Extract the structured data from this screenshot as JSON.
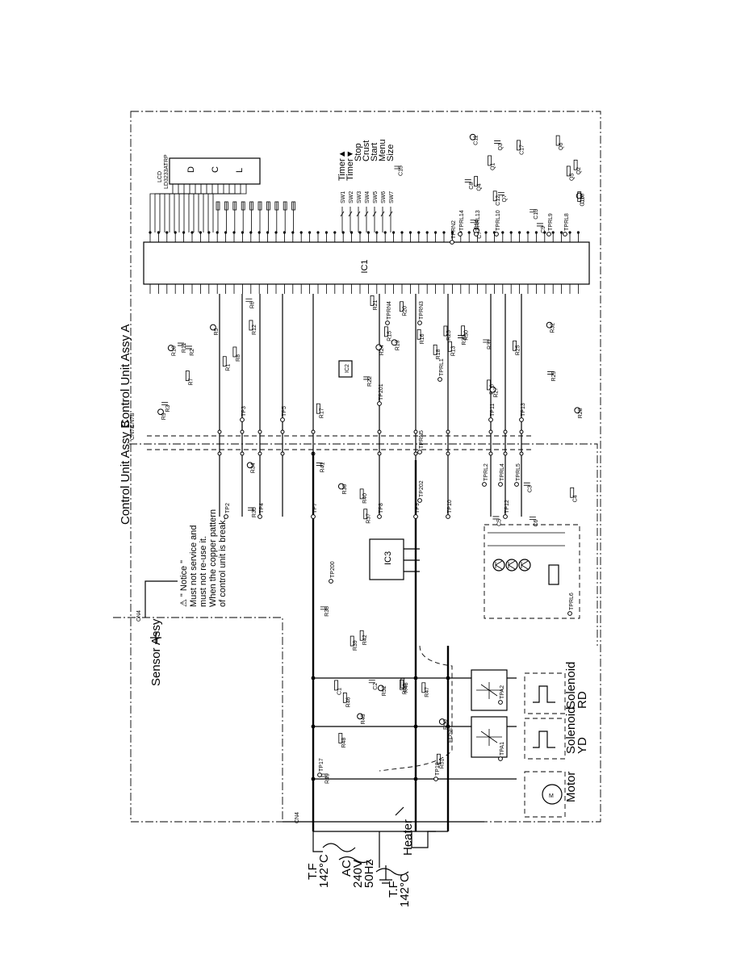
{
  "assemblies": {
    "unit_a": "Control Unit Assy A",
    "unit_b": "Control Unit Assy B",
    "sensor": "Sensor Assy"
  },
  "notice": {
    "title": "⚠ \" Notice \"",
    "line1": "Must not service and",
    "line2": "must not re-use it.",
    "line3": "When the copper pattern",
    "line4": "of control unit is break."
  },
  "chips": {
    "ic1": "IC1",
    "ic3": "IC3",
    "ic2": "IC2",
    "lcd": "LCD",
    "lcd_part": "LD3233ATRP"
  },
  "switches": {
    "timer_up": "Timer▲",
    "timer_dn": "Timer▼",
    "stop": "Stop",
    "crust": "Crust",
    "start": "Start",
    "menu": "Menu",
    "size": "Size"
  },
  "switch_ids": [
    "SW1",
    "SW2",
    "SW3",
    "SW4",
    "SW5",
    "SW6",
    "SW7"
  ],
  "components": {
    "tf1_name": "T.F",
    "tf1_temp": "142°C",
    "ac_line1": "AC",
    "ac_line2": "240V",
    "ac_line3": "50Hz",
    "tf2_name": "T.F",
    "tf2_temp": "142°C",
    "heater": "Heater",
    "motor": "Motor",
    "solenoid_yd_1": "Solenoid",
    "solenoid_yd_2": "YD",
    "solenoid_rd_1": "Solenoid",
    "solenoid_rd_2": "RD",
    "fuse": "FUSE",
    "cn_sensor": "CN4",
    "cn_heater": "CN4",
    "cn_a": "CN7B",
    "cn_b": "CN7B"
  },
  "tp_labels": [
    "TP2",
    "TP3",
    "TP4",
    "TP5",
    "TP7",
    "TP8",
    "TP9",
    "TP10",
    "TP11",
    "TP12",
    "TP13",
    "TP17",
    "TP18",
    "TPA1",
    "TPA2",
    "TP200",
    "TP201",
    "TP202",
    "TPRL1",
    "TPRL2",
    "TPRL4",
    "TPRL5",
    "TPRL6",
    "TPRL8",
    "TPRL9",
    "TPRL10",
    "TPRL13",
    "TPRL14",
    "TPRN2",
    "TPRN3",
    "TPRN4",
    "TPRN5"
  ],
  "resistor_labels": [
    "R1",
    "R2",
    "R3",
    "R5",
    "R6",
    "R7",
    "R8",
    "R9",
    "R10",
    "R11",
    "R12",
    "R13",
    "R15",
    "R16",
    "R17",
    "R18",
    "R19",
    "R20",
    "R21",
    "R22",
    "R23",
    "R24",
    "R25",
    "R26",
    "R27",
    "R28",
    "R29",
    "R30",
    "R31",
    "R32",
    "R33",
    "R34",
    "R35",
    "R36",
    "R37",
    "R38",
    "R39",
    "R40",
    "R41",
    "R42",
    "R43",
    "R44",
    "R45",
    "R46",
    "R47",
    "R48",
    "R49",
    "R50",
    "R51",
    "R52"
  ],
  "cap_labels": [
    "C1",
    "C2",
    "C3",
    "C4",
    "C5",
    "C6",
    "C7",
    "C8",
    "C9",
    "C10",
    "C11",
    "C12",
    "C13",
    "C14",
    "C15",
    "C16",
    "C17"
  ],
  "other_labels": [
    "Q1",
    "Q2",
    "Q3",
    "Q4",
    "Q5",
    "Q6",
    "Q7",
    "Q8",
    "ZD1",
    "ZD2",
    "D1",
    "D2",
    "D3",
    "D4",
    "D5",
    "D6",
    "D7",
    "D8",
    "L1",
    "VR1",
    "RL1",
    "RL2",
    "RL3",
    "SSR1",
    "SSR2",
    "BZ1",
    "X1",
    "T1"
  ]
}
